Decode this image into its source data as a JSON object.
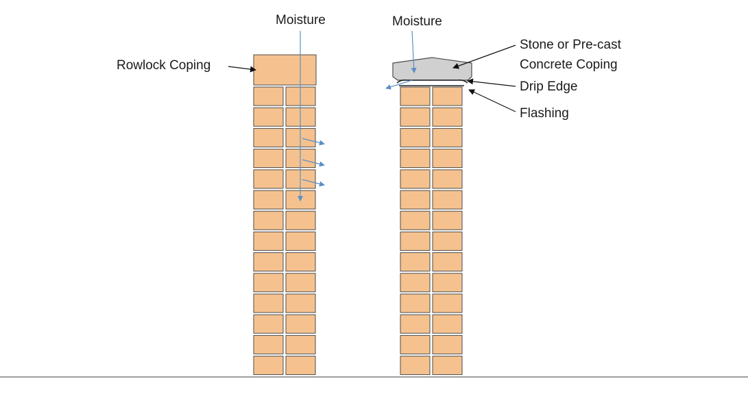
{
  "labels": {
    "moisture_left": "Moisture",
    "moisture_right": "Moisture",
    "rowlock_coping": "Rowlock Coping",
    "stone_coping_line1": "Stone or Pre-cast",
    "stone_coping_line2": "Concrete Coping",
    "drip_edge": "Drip Edge",
    "flashing": "Flashing"
  },
  "colors": {
    "brick": "#f5c28f",
    "mortar_outline": "#4a4a4a",
    "stone": "#d0d0d0",
    "moisture_arrow": "#5b8fc4",
    "ground_line": "#7f7f7f"
  }
}
